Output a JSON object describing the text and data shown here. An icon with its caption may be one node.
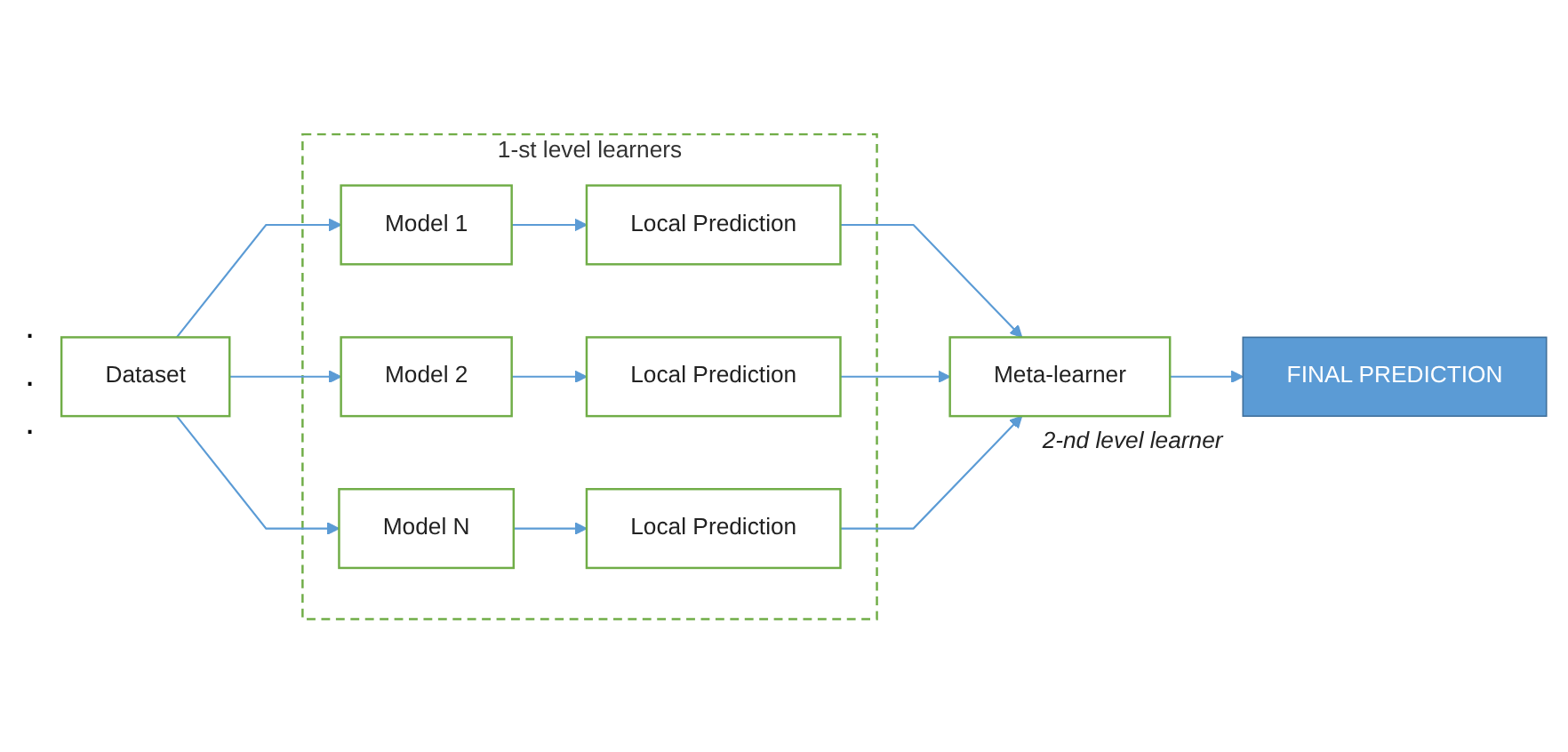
{
  "diagram": {
    "nodes": [
      {
        "text": [
          "Dataset"
        ]
      },
      {
        "text": [
          "1-st level learners"
        ]
      },
      {
        "text": [
          "Model 1"
        ],
        "in": 1
      },
      {
        "text": [
          "Local Prediction"
        ],
        "in": 1
      },
      {
        "text": [
          "Model 2"
        ],
        "in": 1
      },
      {
        "text": [
          "Local Prediction"
        ],
        "in": 1
      },
      {
        "text": [
          "Model N"
        ],
        "in": 1
      },
      {
        "text": [
          "Local Prediction"
        ],
        "in": 1
      },
      {
        "text": [
          "Meta-learner"
        ],
        "beside": [
          "2-nd level learner"
        ]
      },
      {
        "text": [
          "FINAL PREDICTION"
        ]
      }
    ],
    "edges": [
      {
        "from": 0,
        "to": 2,
        "arrow": "to"
      },
      {
        "from": 0,
        "to": 4,
        "arrow": "to"
      },
      {
        "from": 0,
        "to": 6,
        "arrow": "to"
      },
      {
        "from": 2,
        "to": 3,
        "arrow": "to"
      },
      {
        "from": 4,
        "to": 5,
        "arrow": "to"
      },
      {
        "from": 6,
        "to": 7,
        "arrow": "to"
      },
      {
        "from": 3,
        "to": 8,
        "arrow": "to"
      },
      {
        "from": 5,
        "to": 8,
        "arrow": "to"
      },
      {
        "from": 7,
        "to": 8,
        "arrow": "to"
      },
      {
        "from": 8,
        "to": 9,
        "arrow": "to"
      }
    ],
    "labels": [
      ".",
      ".",
      "."
    ]
  }
}
